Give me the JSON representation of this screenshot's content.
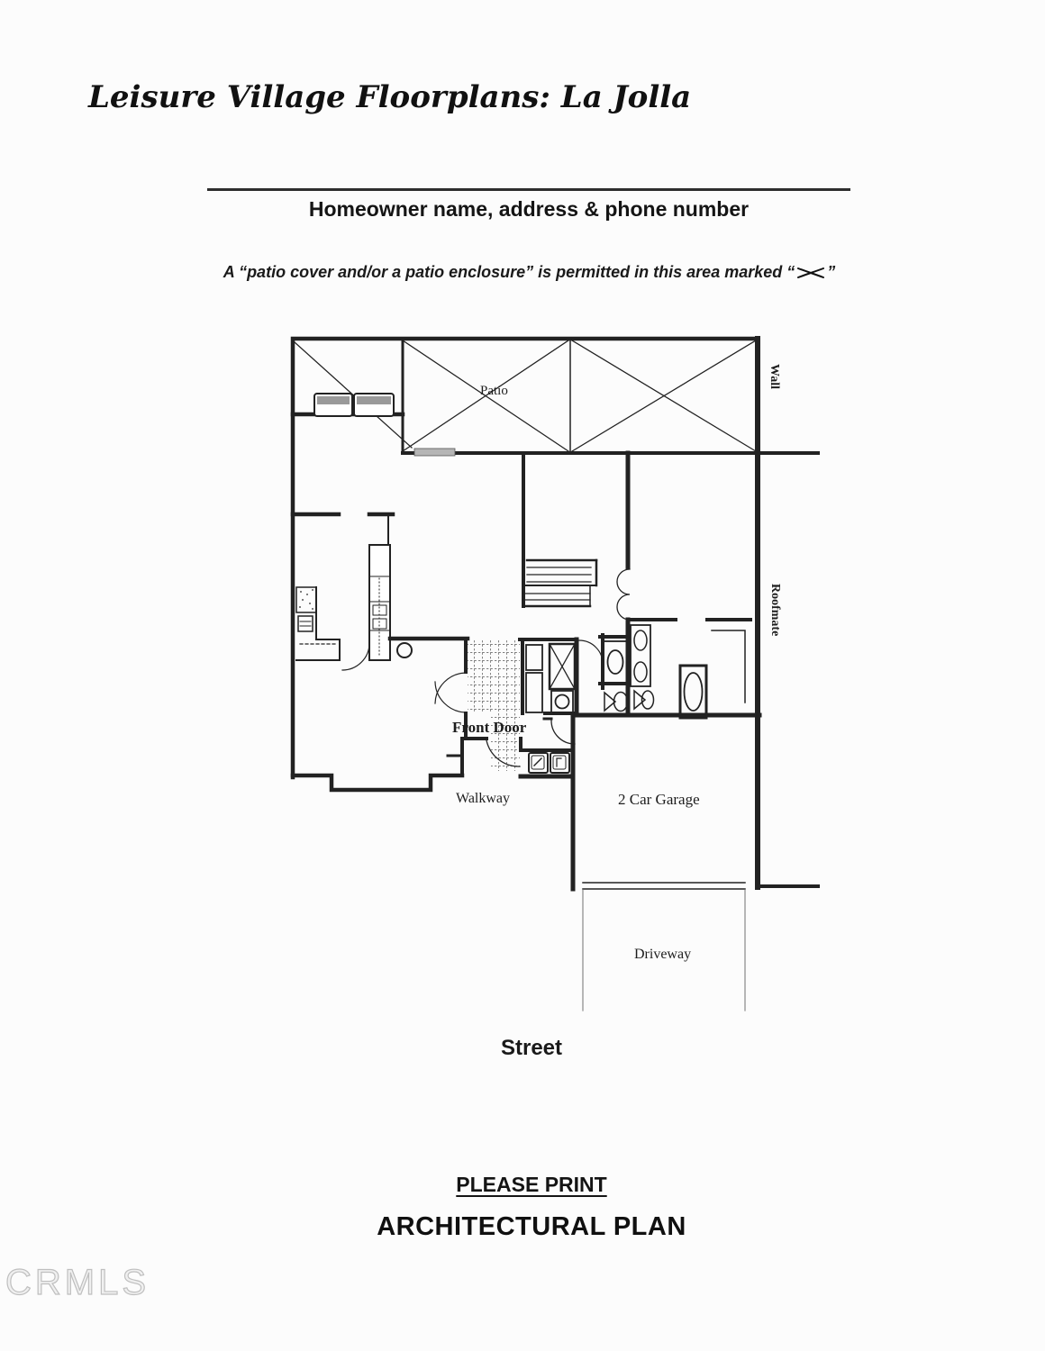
{
  "document": {
    "title": "Leisure Village Floorplans: La Jolla",
    "homeowner_line_label": "Homeowner name, address & phone number",
    "patio_note_prefix": "A “patio cover and/or a patio enclosure” is permitted in this area marked “",
    "patio_note_suffix": "”",
    "please_print": "PLEASE PRINT",
    "architectural_plan": "ARCHITECTURAL PLAN",
    "watermark": "CRMLS"
  },
  "floorplan": {
    "labels": {
      "patio": "Patio",
      "wall": "Wall",
      "roofmate": "Roofmate",
      "front_door": "Front Door",
      "walkway": "Walkway",
      "garage": "2 Car Garage",
      "driveway": "Driveway",
      "street": "Street"
    },
    "colors": {
      "ink": "#222222",
      "paper": "#fcfcfc",
      "watermark": "#c9c9c9"
    }
  }
}
